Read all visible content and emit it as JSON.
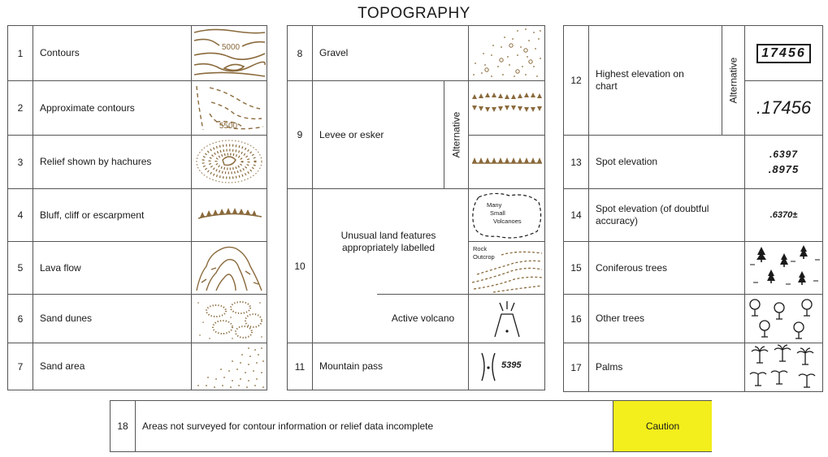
{
  "title": "TOPOGRAPHY",
  "colors": {
    "symbol_brown": "#8a6a3c",
    "caution_fill": "#f3ef1c",
    "border": "#555555"
  },
  "left_panel": [
    {
      "num": "1",
      "label": "Contours",
      "symbol_text": "5000",
      "icon": "contours-icon"
    },
    {
      "num": "2",
      "label": "Approximate contours",
      "symbol_text": "5500",
      "icon": "approximate-contours-icon"
    },
    {
      "num": "3",
      "label": "Relief shown by hachures",
      "icon": "hachures-icon"
    },
    {
      "num": "4",
      "label": "Bluff, cliff or escarpment",
      "icon": "bluff-icon"
    },
    {
      "num": "5",
      "label": "Lava flow",
      "icon": "lava-flow-icon"
    },
    {
      "num": "6",
      "label": "Sand dunes",
      "icon": "sand-dunes-icon"
    },
    {
      "num": "7",
      "label": "Sand area",
      "icon": "sand-area-icon"
    }
  ],
  "middle_panel": {
    "gravel": {
      "num": "8",
      "label": "Gravel",
      "icon": "gravel-icon"
    },
    "levee": {
      "num": "9",
      "label": "Levee or esker",
      "alternative": "Alternative",
      "icon": "levee-icon"
    },
    "unusual": {
      "num": "10",
      "label": "Unusual land features appropriately labelled",
      "volcanoes_label_lines": [
        "Many",
        "Small",
        "Volcanoes"
      ],
      "rock_label_lines": [
        "Rock",
        "Outcrop"
      ],
      "active_label": "Active volcano"
    },
    "pass": {
      "num": "11",
      "label": "Mountain pass",
      "symbol_text": "5395",
      "icon": "mountain-pass-icon"
    }
  },
  "right_panel": {
    "highest": {
      "num": "12",
      "label": "Highest elevation on chart",
      "alternative": "Alternative",
      "boxed_value": "17456",
      "plain_value": ".17456"
    },
    "spot": {
      "num": "13",
      "label": "Spot elevation",
      "values": [
        ".6397",
        ".8975"
      ]
    },
    "doubtful": {
      "num": "14",
      "label": "Spot elevation (of doubtful accuracy)",
      "value": ".6370±"
    },
    "coniferous": {
      "num": "15",
      "label": "Coniferous trees",
      "icon": "coniferous-tree-icon"
    },
    "other_trees": {
      "num": "16",
      "label": "Other trees",
      "icon": "deciduous-tree-icon"
    },
    "palms": {
      "num": "17",
      "label": "Palms",
      "icon": "palm-tree-icon"
    }
  },
  "bottom_row": {
    "num": "18",
    "label": "Areas not surveyed for contour information or relief data incomplete",
    "caution": "Caution"
  }
}
